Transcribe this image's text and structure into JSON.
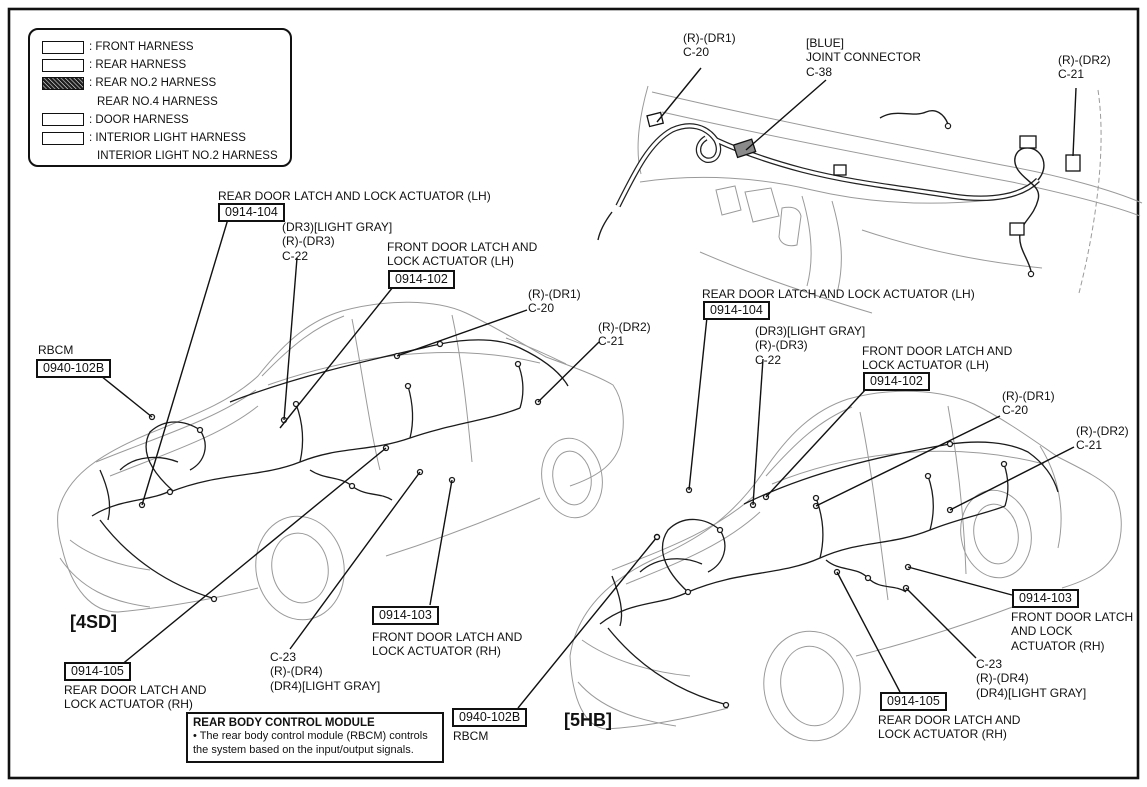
{
  "diagram": {
    "type": "vehicle wiring harness location diagram",
    "colors": {
      "line_art": "#8f8f8f",
      "harness": "#1b1b1b",
      "frame": "#111111",
      "background": "#ffffff"
    }
  },
  "legend": {
    "items": [
      {
        "swatch": "plain",
        "label": ": FRONT HARNESS"
      },
      {
        "swatch": "plain",
        "label": ": REAR HARNESS"
      },
      {
        "swatch": "hatched",
        "label": ": REAR NO.2 HARNESS"
      },
      {
        "swatch": "none",
        "label": "REAR NO.4 HARNESS"
      },
      {
        "swatch": "plain",
        "label": ": DOOR HARNESS"
      },
      {
        "swatch": "plain",
        "label": ": INTERIOR LIGHT HARNESS"
      },
      {
        "swatch": "none",
        "label": "INTERIOR LIGHT NO.2 HARNESS"
      }
    ]
  },
  "labels": {
    "dash_c20": "(R)-(DR1)\nC-20",
    "dash_joint": "[BLUE]\nJOINT CONNECTOR\nC-38",
    "dash_c21": "(R)-(DR2)\nC-21",
    "sedan_rear_lh_title": "REAR DOOR LATCH AND LOCK ACTUATOR (LH)",
    "sedan_rear_lh_code": "0914-104",
    "sedan_c22": "(DR3)[LIGHT GRAY]\n(R)-(DR3)\nC-22",
    "sedan_front_lh_title": "FRONT DOOR LATCH AND\nLOCK ACTUATOR (LH)",
    "sedan_front_lh_code": "0914-102",
    "sedan_c20": "(R)-(DR1)\nC-20",
    "sedan_c21": "(R)-(DR2)\nC-21",
    "sedan_rbcm_title": "RBCM",
    "sedan_rbcm_code": "0940-102B",
    "sedan_variant": "[4SD]",
    "sedan_rear_rh_code": "0914-105",
    "sedan_rear_rh_title": "REAR DOOR LATCH AND\nLOCK ACTUATOR (RH)",
    "sedan_c23": "C-23\n(R)-(DR4)\n(DR4)[LIGHT GRAY]",
    "sedan_front_rh_code": "0914-103",
    "sedan_front_rh_title": "FRONT DOOR LATCH AND\nLOCK ACTUATOR (RH)",
    "hatch_rbcm_code": "0940-102B",
    "hatch_rbcm_title": "RBCM",
    "hatch_variant": "[5HB]",
    "hatch_rear_lh_title": "REAR DOOR LATCH AND LOCK ACTUATOR (LH)",
    "hatch_rear_lh_code": "0914-104",
    "hatch_c22": "(DR3)[LIGHT GRAY]\n(R)-(DR3)\nC-22",
    "hatch_front_lh_title": "FRONT DOOR LATCH AND\nLOCK ACTUATOR (LH)",
    "hatch_front_lh_code": "0914-102",
    "hatch_c20": "(R)-(DR1)\nC-20",
    "hatch_c21": "(R)-(DR2)\nC-21",
    "hatch_front_rh_code": "0914-103",
    "hatch_front_rh_title": "FRONT DOOR LATCH\nAND LOCK\nACTUATOR (RH)",
    "hatch_c23": "C-23\n(R)-(DR4)\n(DR4)[LIGHT GRAY]",
    "hatch_rear_rh_code": "0914-105",
    "hatch_rear_rh_title": "REAR DOOR LATCH AND\nLOCK ACTUATOR (RH)"
  },
  "note": {
    "title": "REAR BODY CONTROL MODULE",
    "body": "• The rear body control module (RBCM) controls\nthe system based on the input/output signals."
  }
}
